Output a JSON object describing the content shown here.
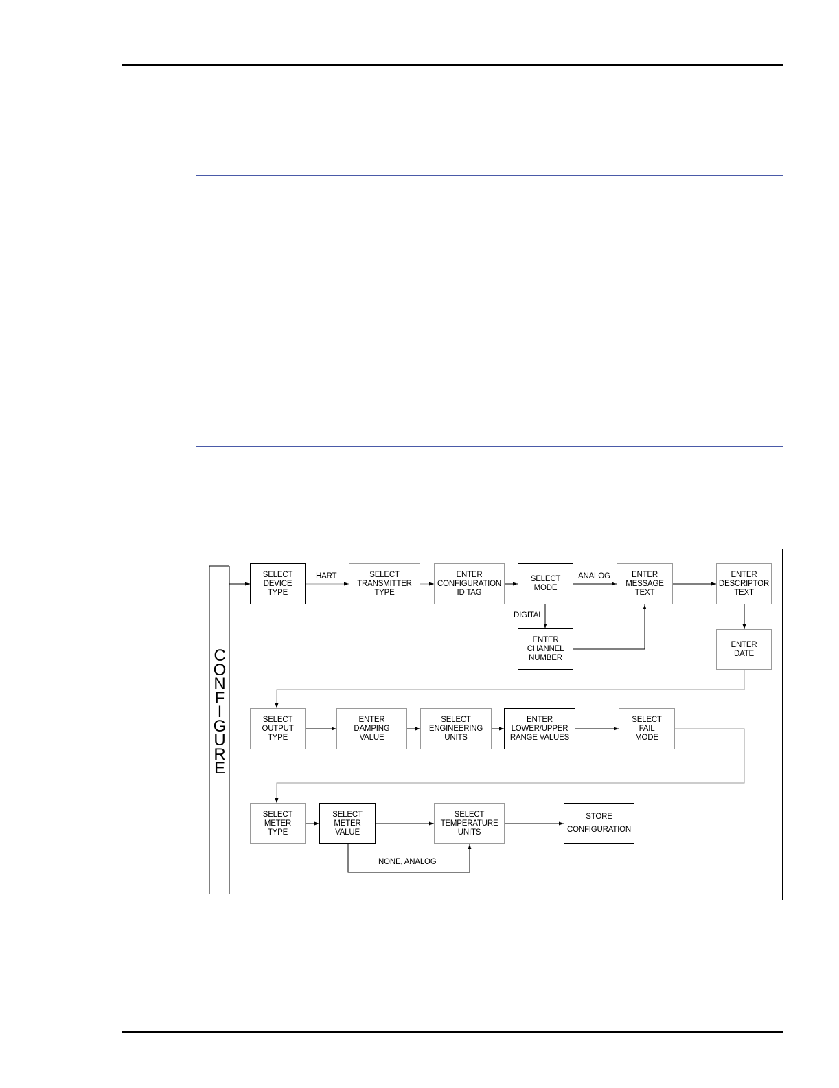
{
  "diagram": {
    "side_label": "CONFIGURE",
    "side_label_letters": [
      "C",
      "O",
      "N",
      "F",
      "I",
      "G",
      "U",
      "R",
      "E"
    ],
    "boxes": {
      "select_device_type": "SELECT\nDEVICE\nTYPE",
      "select_transmitter_type": "SELECT\nTRANSMITTER\nTYPE",
      "enter_configuration_id_tag": "ENTER\nCONFIGURATION\nID TAG",
      "select_mode": "SELECT\nMODE",
      "enter_message_text": "ENTER\nMESSAGE\nTEXT",
      "enter_descriptor_text": "ENTER\nDESCRIPTOR\nTEXT",
      "enter_channel_number": "ENTER\nCHANNEL\nNUMBER",
      "enter_date": "ENTER\nDATE",
      "select_output_type": "SELECT\nOUTPUT\nTYPE",
      "enter_damping_value": "ENTER\nDAMPING\nVALUE",
      "select_engineering_units": "SELECT\nENGINEERING\nUNITS",
      "enter_range_values": "ENTER\nLOWER/UPPER\nRANGE VALUES",
      "select_fail_mode": "SELECT\nFAIL\nMODE",
      "select_meter_type": "SELECT\nMETER\nTYPE",
      "select_meter_value": "SELECT\nMETER\nVALUE",
      "select_temperature_units": "SELECT\nTEMPERATURE\nUNITS",
      "store_configuration": "STORE\n\nCONFIGURATION"
    },
    "edge_labels": {
      "hart": "HART",
      "analog": "ANALOG",
      "digital": "DIGITAL",
      "none_analog": "NONE, ANALOG"
    }
  }
}
